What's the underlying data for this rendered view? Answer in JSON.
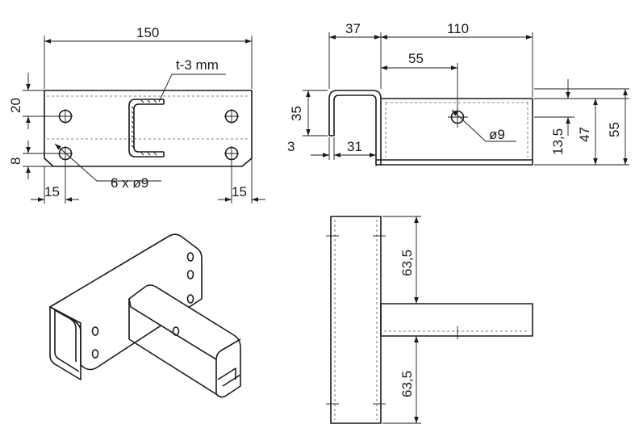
{
  "front_view": {
    "width_dim": "150",
    "top_hole_dim": "20",
    "bottom_hole_dim": "8",
    "left_edge_dim": "15",
    "right_edge_dim": "15",
    "thickness_label": "t-3 mm",
    "holes_label": "6 x ø9"
  },
  "side_view": {
    "flange_dim": "37",
    "length_dim": "110",
    "hole_pos_dim": "55",
    "channel_height_dim": "35",
    "thickness_dim": "3",
    "inner_width_dim": "31",
    "hole_dim": "ø9",
    "hole_height_dim": "13,5",
    "inner_height_dim": "47",
    "total_height_dim": "55"
  },
  "top_view": {
    "upper_dim": "63,5",
    "lower_dim": "63,5"
  }
}
